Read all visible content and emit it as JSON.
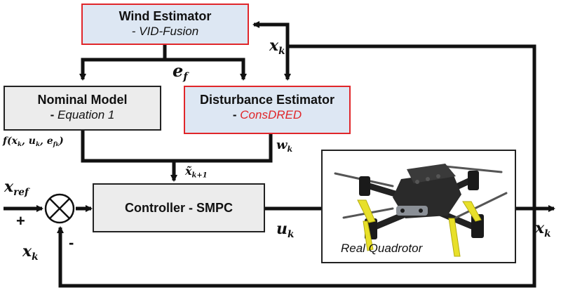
{
  "blocks": {
    "wind_estimator": {
      "title": "Wind Estimator",
      "subtitle": "- VID-Fusion"
    },
    "nominal_model": {
      "title": "Nominal Model",
      "subtitle_prefix": "- ",
      "subtitle": "Equation 1"
    },
    "disturbance_estimator": {
      "title": "Disturbance Estimator",
      "subtitle_prefix": "- ",
      "subtitle": "ConsDRED"
    },
    "controller": {
      "title": "Controller - SMPC"
    },
    "plant": {
      "caption": "Real Quadrotor"
    }
  },
  "signals": {
    "x_k": {
      "base": "x",
      "sub": "k"
    },
    "e_f": {
      "base": "e",
      "sub": "f"
    },
    "f_label": {
      "text": "f(x",
      "k1": "k",
      "mid1": ", u",
      "k2": "k",
      "mid2": ", e",
      "fk": "f",
      "fk_sub": "k",
      "end": ")"
    },
    "w_k": {
      "base": "w",
      "sub": "k"
    },
    "x_tilde": {
      "base": "x̃",
      "sub": "k+1"
    },
    "x_ref": {
      "base": "x",
      "sub": "ref"
    },
    "u_k": {
      "base": "u",
      "sub": "k"
    }
  },
  "summing_junction": {
    "plus": "+",
    "minus": "-"
  },
  "colors": {
    "highlight_red": "#e0262a",
    "estimator_fill": "#dde7f3",
    "block_fill": "#ececec",
    "arrow": "#111111"
  },
  "icons": {
    "summing": "circle-cross-icon",
    "quadrotor": "quadrotor-drone-image"
  }
}
